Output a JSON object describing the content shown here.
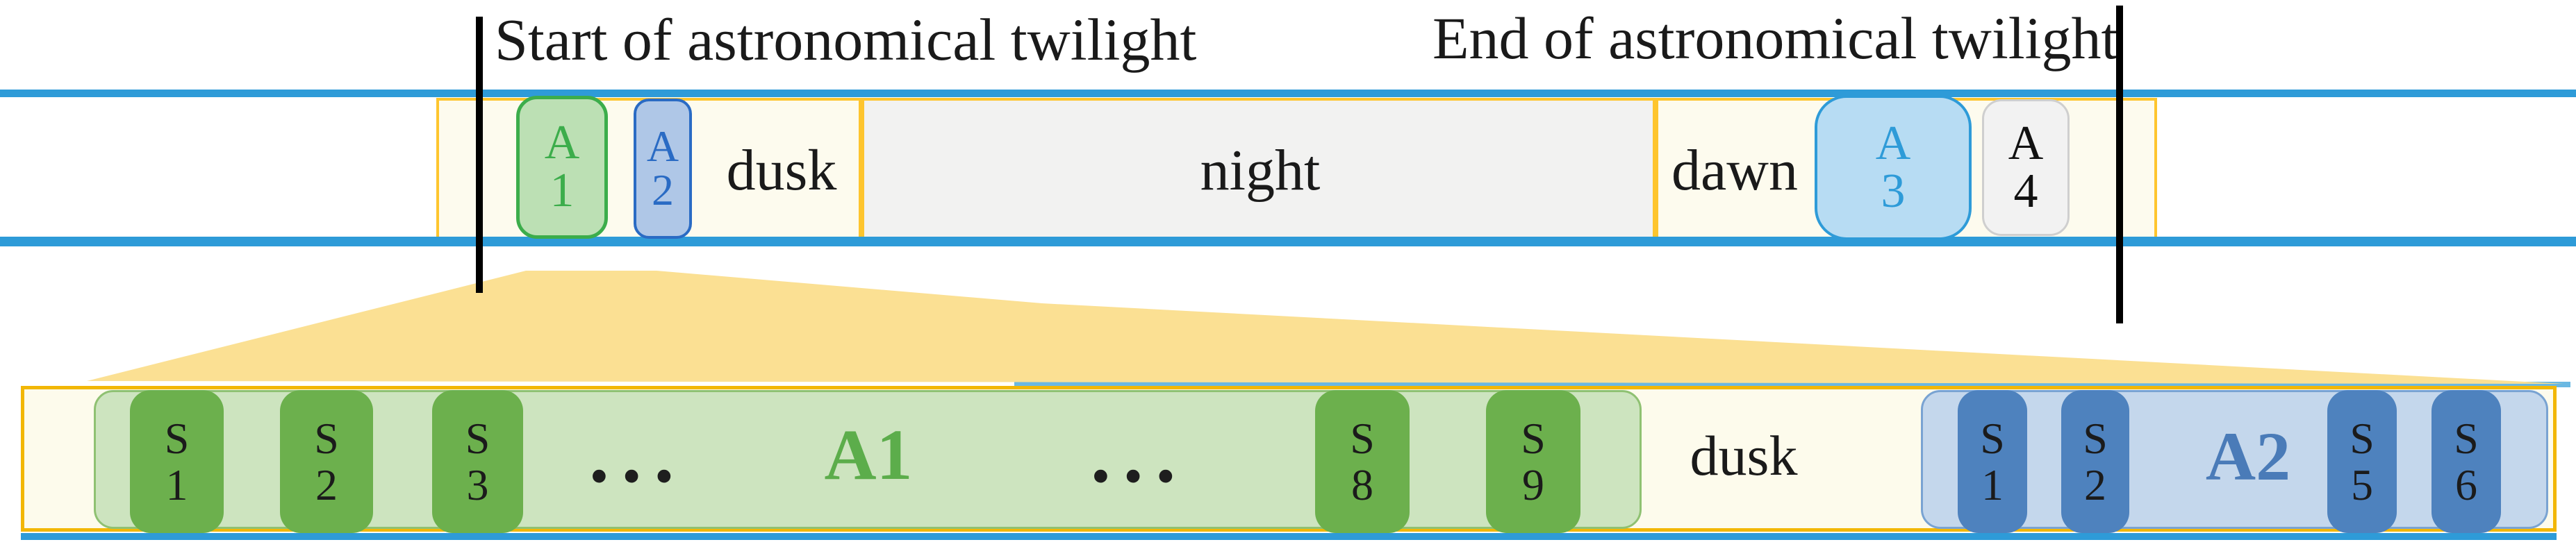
{
  "annotations": {
    "start_twilight": "Start of astronomical twilight",
    "end_twilight": "End of astronomical twilight"
  },
  "top_bar": {
    "dusk_label": "dusk",
    "night_label": "night",
    "dawn_label": "dawn",
    "boxes": [
      {
        "id": "A1",
        "letter": "A",
        "number": "1"
      },
      {
        "id": "A2",
        "letter": "A",
        "number": "2"
      },
      {
        "id": "A3",
        "letter": "A",
        "number": "3"
      },
      {
        "id": "A4",
        "letter": "A",
        "number": "4"
      }
    ]
  },
  "bottom_bar": {
    "a1_block": {
      "label": "A1",
      "ellipsis1": "...",
      "ellipsis2": "...",
      "sessions": [
        {
          "letter": "S",
          "number": "1"
        },
        {
          "letter": "S",
          "number": "2"
        },
        {
          "letter": "S",
          "number": "3"
        },
        {
          "letter": "S",
          "number": "8"
        },
        {
          "letter": "S",
          "number": "9"
        }
      ]
    },
    "dusk_label": "dusk",
    "a2_block": {
      "label": "A2",
      "sessions": [
        {
          "letter": "S",
          "number": "1"
        },
        {
          "letter": "S",
          "number": "2"
        },
        {
          "letter": "S",
          "number": "5"
        },
        {
          "letter": "S",
          "number": "6"
        }
      ]
    }
  },
  "colors": {
    "horizon_line_blue": "#2e9bd8",
    "segment_border_yellow": "#fec52e",
    "bar_border_gold": "#f2b705",
    "cream_fill": "#fdfbee",
    "night_gray_fill": "#f2f2f1",
    "trapezoid_gold": "#fbe093",
    "a1_fill": "#bce0b4",
    "a1_accent": "#3cad4b",
    "a2_fill": "#afc7e7",
    "a2_accent": "#2a6bc4",
    "a3_fill": "#b7dcf3",
    "a3_accent": "#2e9bd8",
    "a4_fill": "#f2f2f2",
    "a4_border": "#cfcfcf",
    "green_region_fill": "#cde4bf",
    "green_session_fill": "#6cb04d",
    "blue_region_fill": "#c4d7ec",
    "blue_session_fill": "#4e82be",
    "a1_label_green": "#5cad4b",
    "a2_label_blue": "#4a7bb8",
    "event_line_black": "#000000"
  }
}
